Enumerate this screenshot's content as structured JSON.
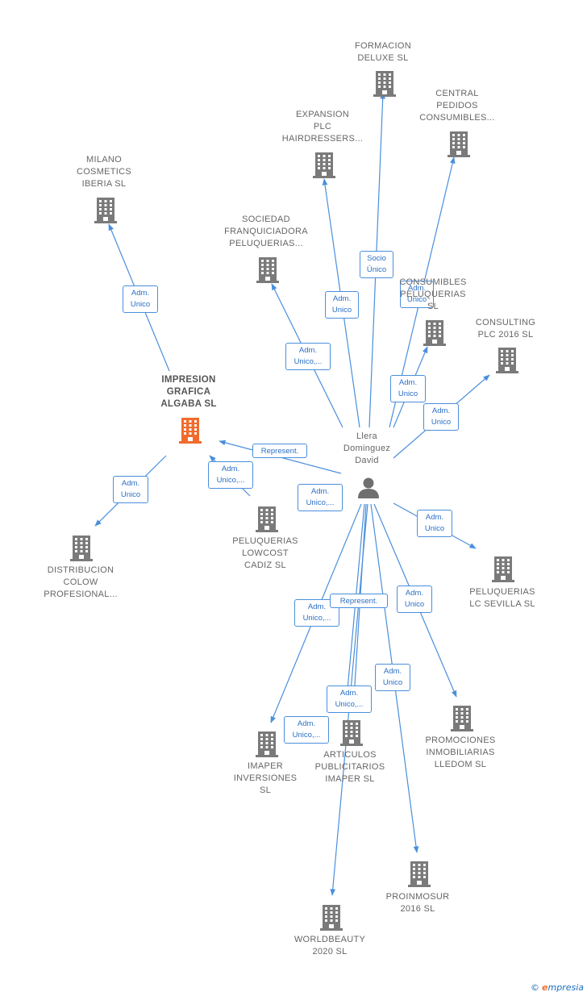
{
  "colors": {
    "edge": "#4a8fdc",
    "building": "#7a7a7a",
    "focus_building": "#f26b2d",
    "person": "#6f6f6f"
  },
  "person": {
    "label": "Llera\nDominguez\nDavid"
  },
  "focus_company": {
    "label": "IMPRESION\nGRAFICA\nALGABA  SL"
  },
  "companies": [
    {
      "id": "formacion",
      "label": "FORMACION\nDELUXE  SL"
    },
    {
      "id": "central",
      "label": "CENTRAL\nPEDIDOS\nCONSUMIBLES..."
    },
    {
      "id": "expansion",
      "label": "EXPANSION\nPLC\nHAIRDRESSERS..."
    },
    {
      "id": "milano",
      "label": "MILANO\nCOSMETICS\nIBERIA  SL"
    },
    {
      "id": "sociedad",
      "label": "SOCIEDAD\nFRANQUICIADORA\nPELUQUERIAS..."
    },
    {
      "id": "consumibles",
      "label": "CONSUMIBLES\nPELUQUERIAS\nSL"
    },
    {
      "id": "consulting",
      "label": "CONSULTING\nPLC 2016  SL"
    },
    {
      "id": "distribucion",
      "label": "DISTRIBUCION\nCOLOW\nPROFESIONAL..."
    },
    {
      "id": "lowcost",
      "label": "PELUQUERIAS\nLOWCOST\nCADIZ  SL"
    },
    {
      "id": "sevilla",
      "label": "PELUQUERIAS\nLC SEVILLA  SL"
    },
    {
      "id": "promociones",
      "label": "PROMOCIONES\nINMOBILIARIAS\nLLEDOM  SL"
    },
    {
      "id": "imaper",
      "label": "IMAPER\nINVERSIONES\nSL"
    },
    {
      "id": "articulos",
      "label": "ARTICULOS\nPUBLICITARIOS\nIMAPER  SL"
    },
    {
      "id": "proinmosur",
      "label": "PROINMOSUR\n2016  SL"
    },
    {
      "id": "worldbeauty",
      "label": "WORLDBEAUTY\n2020  SL"
    }
  ],
  "edges": [
    {
      "id": "e-formacion",
      "label": "Socio\nÚnico"
    },
    {
      "id": "e-central",
      "label": "Adm.\nUnico"
    },
    {
      "id": "e-expansion",
      "label": "Adm.\nUnico"
    },
    {
      "id": "e-sociedad",
      "label": "Adm.\nUnico,..."
    },
    {
      "id": "e-consumibles",
      "label": "Adm.\nUnico"
    },
    {
      "id": "e-consulting",
      "label": "Adm.\nUnico"
    },
    {
      "id": "e-impresion",
      "label": "Represent."
    },
    {
      "id": "e-lowcost",
      "label": "Adm.\nUnico,..."
    },
    {
      "id": "e-milano",
      "label": "Adm.\nUnico"
    },
    {
      "id": "e-distribucion",
      "label": "Adm.\nUnico"
    },
    {
      "id": "e-self",
      "label": "Adm.\nUnico,..."
    },
    {
      "id": "e-sevilla",
      "label": "Adm.\nUnico"
    },
    {
      "id": "e-promociones",
      "label": "Adm.\nUnico"
    },
    {
      "id": "e-imaper",
      "label": "Adm.\nUnico,..."
    },
    {
      "id": "e-articulos",
      "label": "Represent."
    },
    {
      "id": "e-proinmosur",
      "label": "Adm.\nUnico"
    },
    {
      "id": "e-articulos2",
      "label": "Adm.\nUnico,..."
    },
    {
      "id": "e-worldbeauty",
      "label": "Adm.\nUnico,..."
    }
  ],
  "footer": {
    "copyright": "©",
    "brand_initial": "e",
    "brand_rest": "mpresia"
  }
}
